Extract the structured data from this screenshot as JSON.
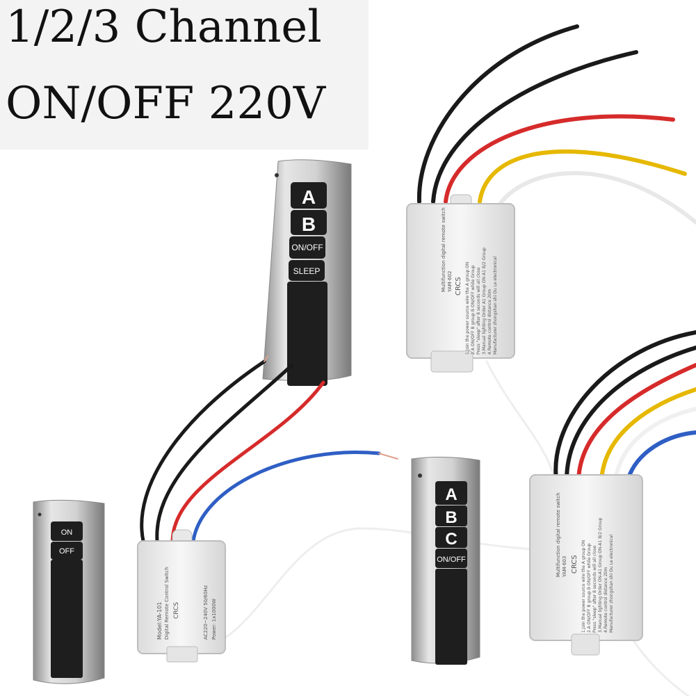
{
  "title": {
    "line1": "1/2/3 Channel",
    "line2": "ON/OFF 220V"
  },
  "remote_2ch": {
    "buttons": [
      "A",
      "B",
      "ON/OFF",
      "SLEEP"
    ]
  },
  "remote_1ch": {
    "buttons": [
      "ON",
      "OFF"
    ]
  },
  "remote_3ch": {
    "buttons": [
      "A",
      "B",
      "C",
      "ON/OFF"
    ]
  },
  "receiver_1ch": {
    "model": "Model:YA-101",
    "name": "Digital Remote Control Switch",
    "power": "Power: 1x1000W",
    "voltage": "AC220~240V 50/60Hz",
    "brand": "CRCS"
  },
  "receiver_2ch": {
    "name": "Multifunction digital remote switch",
    "model": "YAM-602",
    "brand": "CRCS",
    "instructions": [
      "1.Join the power source wire the A group ON",
      "2.A ON/OFF B group B ON/OFF while Group",
      "Press \"sleep\" after 8 seconds will all close",
      "3.Manual lighting Order A1 Group ON A1 B/2 Group",
      "4.Remote control distance 20m",
      "Manufacturer zhongshan shi Ou Le electronical"
    ]
  },
  "receiver_3ch": {
    "name": "Multifunction digital remote switch",
    "model": "YAM-603",
    "brand": "CRCS",
    "instructions": [
      "1.Join the power source wire the A group ON",
      "2.A ON/OFF B group B ON/OFF while Group",
      "Press \"sleep\" after 8 seconds will all close",
      "3.Manual lighting Order ON-A1 Group ON-A1 B/2 Group",
      "4.Remote control distance 20m",
      "Manufacturer zhongshan shi Ou Le electronical"
    ]
  },
  "colors": {
    "wire_black": "#1a1a1a",
    "wire_red": "#d62b2b",
    "wire_blue": "#2f5fc4",
    "wire_yellow": "#e6b800",
    "wire_white": "#f2f2f2",
    "remote_silver": "#c9c9c9",
    "remote_black": "#1e1e1e"
  }
}
